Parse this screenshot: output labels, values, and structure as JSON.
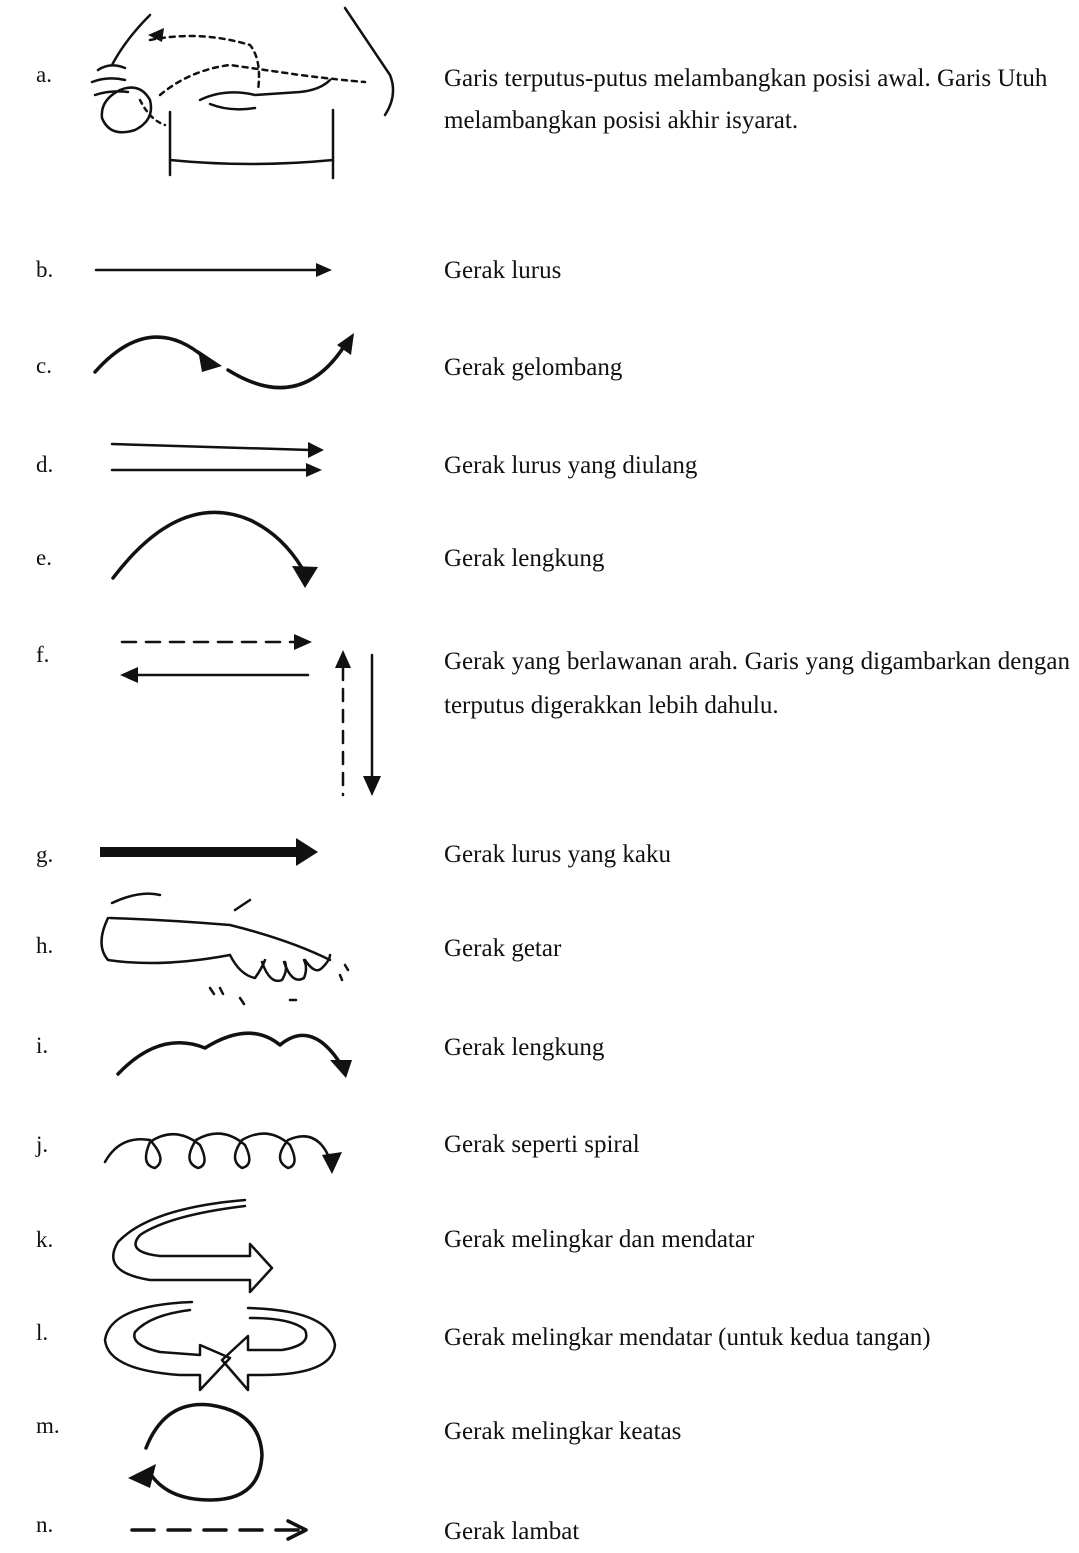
{
  "legend": [
    {
      "letter": "a.",
      "text": "Garis terputus-putus melambangkan posisi awal. Garis Utuh melambangkan posisi akhir isyarat.",
      "symbol": "hand-positions-illustration"
    },
    {
      "letter": "b.",
      "text": "Gerak lurus",
      "symbol": "straight-arrow"
    },
    {
      "letter": "c.",
      "text": "Gerak gelombang",
      "symbol": "wave-arrow"
    },
    {
      "letter": "d.",
      "text": "Gerak lurus yang diulang",
      "symbol": "double-arrow"
    },
    {
      "letter": "e.",
      "text": "Gerak lengkung",
      "symbol": "curved-arrow"
    },
    {
      "letter": "f.",
      "text": "Gerak yang berlawanan arah. Garis yang digambarkan dengan terputus digerakkan lebih dahulu.",
      "symbol": "opposite-arrows"
    },
    {
      "letter": "g.",
      "text": "Gerak lurus yang kaku",
      "symbol": "thick-arrow"
    },
    {
      "letter": "h.",
      "text": "Gerak getar",
      "symbol": "vibrating-hand-illustration"
    },
    {
      "letter": "i.",
      "text": "Gerak lengkung",
      "symbol": "multi-arc-arrow"
    },
    {
      "letter": "j.",
      "text": "Gerak seperti spiral",
      "symbol": "spiral-arrow"
    },
    {
      "letter": "k.",
      "text": "Gerak melingkar dan mendatar",
      "symbol": "horizontal-circle-arrow"
    },
    {
      "letter": "l.",
      "text": "Gerak melingkar mendatar (untuk kedua tangan)",
      "symbol": "two-hand-circle-arrows"
    },
    {
      "letter": "m.",
      "text": "Gerak melingkar keatas",
      "symbol": "upward-circle-arrow"
    },
    {
      "letter": "n.",
      "text": "Gerak lambat",
      "symbol": "dashed-arrow"
    }
  ]
}
